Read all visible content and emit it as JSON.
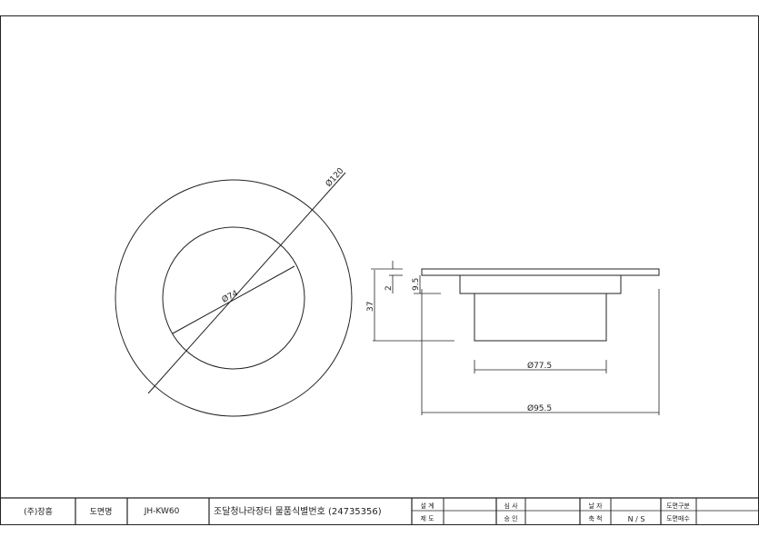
{
  "drawing": {
    "dimensions": {
      "outer_diameter": "Ø120",
      "inner_diameter": "Ø74",
      "height": "37",
      "flange_thickness": "2",
      "step_height": "9.5",
      "body_diameter": "Ø77.5",
      "flange_diameter": "Ø95.5"
    }
  },
  "title_block": {
    "company": "(주)장흥",
    "drawing_name_label": "도면명",
    "drawing_name": "JH-KW60",
    "description": "조달청나라장터 물품식별번호 (24735356)",
    "design_label": "설 계",
    "draft_label": "제 도",
    "review_label": "심 사",
    "approve_label": "승 인",
    "date_label": "날 자",
    "scale_label": "축 척",
    "scale_value": "N / S",
    "type_label": "도면구분",
    "sheets_label": "도면매수"
  }
}
